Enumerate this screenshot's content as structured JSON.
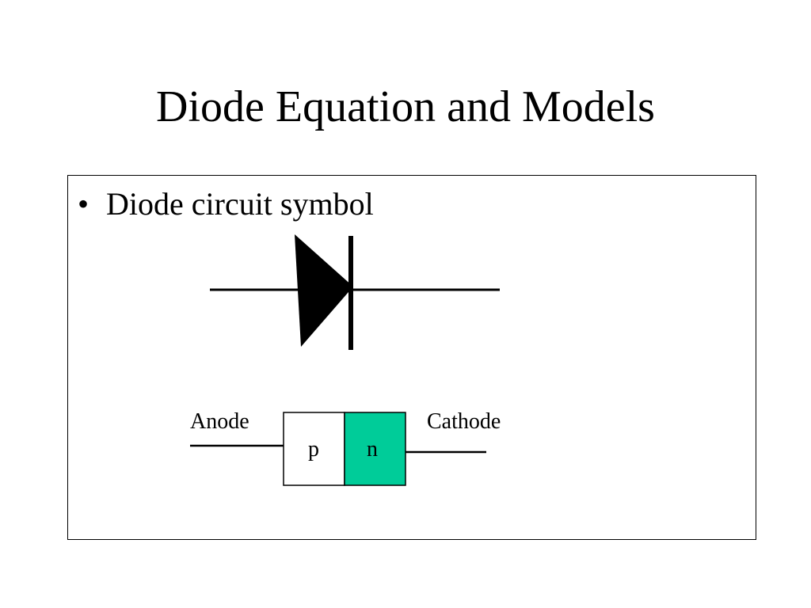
{
  "slide": {
    "title": "Diode Equation and Models",
    "bullet_marker": "•",
    "bullet_text": "Diode circuit symbol"
  },
  "diagram": {
    "anode_label": "Anode",
    "cathode_label": "Cathode",
    "p_label": "p",
    "n_label": "n"
  },
  "colors": {
    "n_region": "#00cc99",
    "p_region": "#ffffff",
    "line": "#000000"
  }
}
